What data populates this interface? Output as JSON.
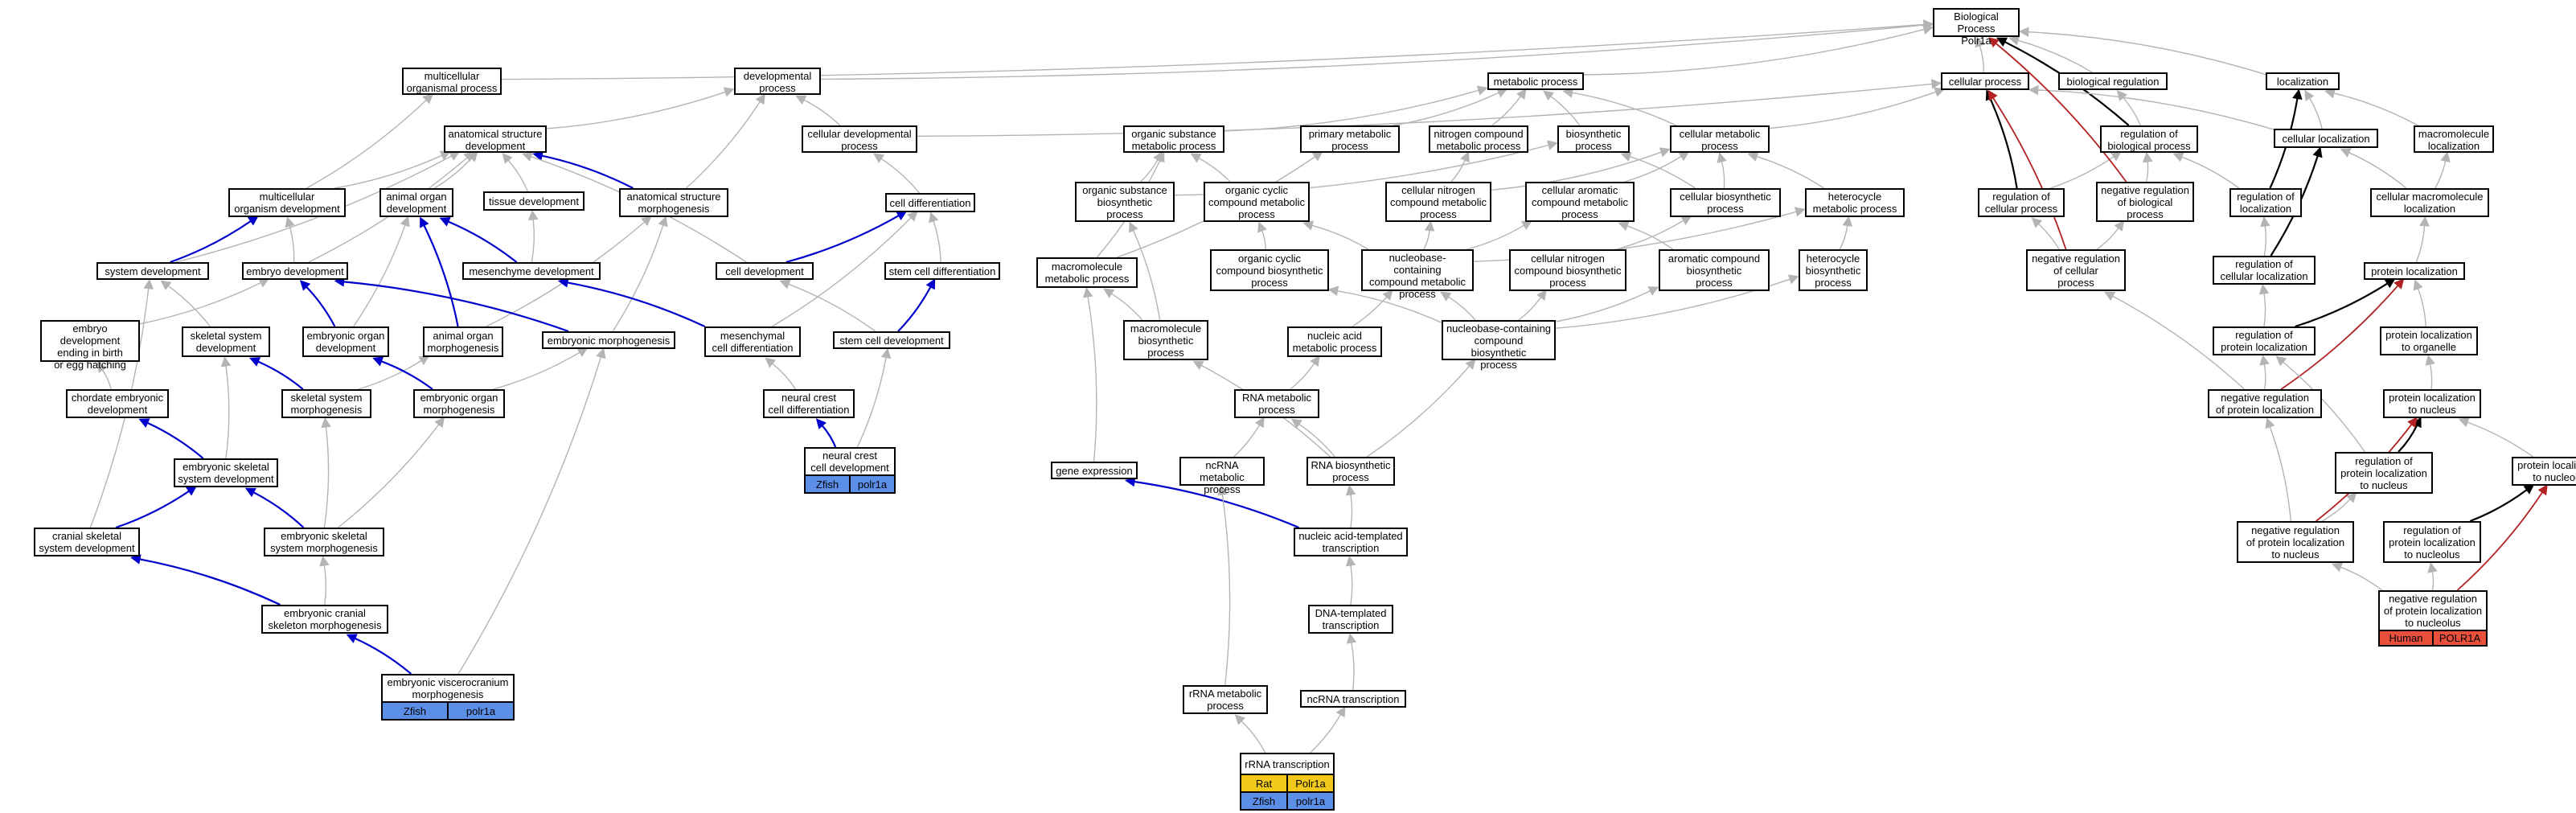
{
  "colors": {
    "gray_edge": "#b4b4b4",
    "black_edge": "#000000",
    "blue_edge": "#0000cc",
    "red_edge": "#b22222",
    "zfish": "#5b8ee6",
    "rat": "#f2c91a",
    "human": "#e8503c"
  },
  "nodes": {
    "bp": "Biological Process\nPolr1a",
    "multicellular_organismal": "multicellular\norganismal process",
    "developmental_process": "developmental\nprocess",
    "metabolic_process": "metabolic process",
    "cellular_process": "cellular process",
    "biological_regulation": "biological regulation",
    "localization": "localization",
    "anatomical_structure_dev": "anatomical structure\ndevelopment",
    "cellular_developmental": "cellular developmental\nprocess",
    "organic_substance_metabolic": "organic substance\nmetabolic process",
    "primary_metabolic": "primary metabolic\nprocess",
    "nitrogen_compound_metabolic": "nitrogen compound\nmetabolic process",
    "biosynthetic_process": "biosynthetic\nprocess",
    "cellular_metabolic": "cellular metabolic\nprocess",
    "reg_biological_process": "regulation of\nbiological process",
    "cellular_localization": "cellular localization",
    "macromolecule_localization": "macromolecule\nlocalization",
    "multicellular_organism_dev": "multicellular\norganism development",
    "animal_organ_dev": "animal organ\ndevelopment",
    "tissue_development": "tissue development",
    "anatomical_structure_morph": "anatomical structure\nmorphogenesis",
    "cell_differentiation": "cell differentiation",
    "organic_substance_biosynthetic": "organic substance\nbiosynthetic\nprocess",
    "organic_cyclic_compound_metabolic": "organic cyclic\ncompound metabolic\nprocess",
    "cellular_nitrogen_compound_metabolic": "cellular nitrogen\ncompound metabolic\nprocess",
    "cellular_aromatic_compound_metabolic": "cellular aromatic\ncompound metabolic\nprocess",
    "cellular_biosynthetic": "cellular biosynthetic\nprocess",
    "heterocycle_metabolic": "heterocycle\nmetabolic process",
    "reg_cellular_process": "regulation of\ncellular process",
    "neg_reg_biological_process": "negative regulation\nof biological\nprocess",
    "reg_localization": "regulation of\nlocalization",
    "cellular_macromolecule_localization": "cellular macromolecule\nlocalization",
    "system_development": "system development",
    "embryo_development": "embryo development",
    "mesenchyme_development": "mesenchyme development",
    "cell_development": "cell development",
    "stem_cell_differentiation": "stem cell differentiation",
    "macromolecule_metabolic": "macromolecule\nmetabolic process",
    "organic_cyclic_compound_biosynthetic": "organic cyclic\ncompound biosynthetic\nprocess",
    "nucleobase_containing_compound_metabolic": "nucleobase-containing\ncompound metabolic\nprocess",
    "cellular_nitrogen_compound_biosynthetic": "cellular nitrogen\ncompound biosynthetic\nprocess",
    "aromatic_compound_biosynthetic": "aromatic compound\nbiosynthetic\nprocess",
    "heterocycle_biosynthetic": "heterocycle\nbiosynthetic\nprocess",
    "neg_reg_cellular_process": "negative regulation\nof cellular\nprocess",
    "reg_cellular_localization": "regulation of\ncellular localization",
    "protein_localization": "protein localization",
    "embryo_dev_ending_birth": "embryo development\nending in birth\nor egg hatching",
    "skeletal_system_dev": "skeletal system\ndevelopment",
    "embryonic_organ_dev": "embryonic organ\ndevelopment",
    "animal_organ_morph": "animal organ\nmorphogenesis",
    "embryonic_morphogenesis": "embryonic morphogenesis",
    "mesenchymal_cell_diff": "mesenchymal\ncell differentiation",
    "stem_cell_development": "stem cell development",
    "macromolecule_biosynthetic": "macromolecule\nbiosynthetic\nprocess",
    "nucleic_acid_metabolic": "nucleic acid\nmetabolic process",
    "nucleobase_containing_compound_biosynthetic": "nucleobase-containing\ncompound biosynthetic\nprocess",
    "reg_protein_localization": "regulation of\nprotein localization",
    "protein_localization_to_organelle": "protein localization\nto organelle",
    "chordate_embryonic_dev": "chordate embryonic\ndevelopment",
    "skeletal_system_morph": "skeletal system\nmorphogenesis",
    "embryonic_organ_morph": "embryonic organ\nmorphogenesis",
    "neural_crest_cell_diff": "neural crest\ncell differentiation",
    "neural_crest_cell_dev": "neural crest\ncell development",
    "rna_metabolic": "RNA metabolic\nprocess",
    "neg_reg_protein_localization": "negative regulation\nof protein localization",
    "protein_localization_to_nucleus": "protein localization\nto nucleus",
    "embryonic_skeletal_system_dev": "embryonic skeletal\nsystem development",
    "gene_expression": "gene expression",
    "ncrna_metabolic": "ncRNA metabolic\nprocess",
    "rna_biosynthetic": "RNA biosynthetic\nprocess",
    "reg_protein_localization_to_nucleus": "regulation of\nprotein localization\nto nucleus",
    "protein_localization_to_nucleolus": "protein localization\nto nucleolus",
    "cranial_skeletal_system_dev": "cranial skeletal\nsystem development",
    "embryonic_skeletal_system_morph": "embryonic skeletal\nsystem morphogenesis",
    "nucleic_acid_templated_transcription": "nucleic acid-templated\ntranscription",
    "neg_reg_protein_localization_to_nucleus": "negative regulation\nof protein localization\nto nucleus",
    "reg_protein_localization_to_nucleolus": "regulation of\nprotein localization\nto nucleolus",
    "embryonic_cranial_skeleton_morph": "embryonic cranial\nskeleton morphogenesis",
    "dna_templated_transcription": "DNA-templated\ntranscription",
    "neg_reg_protein_localization_to_nucleolus": "negative regulation\nof protein localization\nto nucleolus",
    "embryonic_viscerocranium_morph": "embryonic viscerocranium\nmorphogenesis",
    "rrna_metabolic": "rRNA metabolic\nprocess",
    "ncrna_transcription": "ncRNA transcription",
    "rrna_transcription": "rRNA transcription"
  },
  "tags": {
    "neural_crest_cell_dev": [
      [
        "Zfish",
        "polr1a"
      ]
    ],
    "embryonic_viscerocranium_morph": [
      [
        "Zfish",
        "polr1a"
      ]
    ],
    "rrna_transcription": [
      [
        "Rat",
        "Polr1a"
      ],
      [
        "Zfish",
        "polr1a"
      ]
    ],
    "neg_reg_protein_localization_to_nucleolus": [
      [
        "Human",
        "POLR1A"
      ]
    ]
  }
}
